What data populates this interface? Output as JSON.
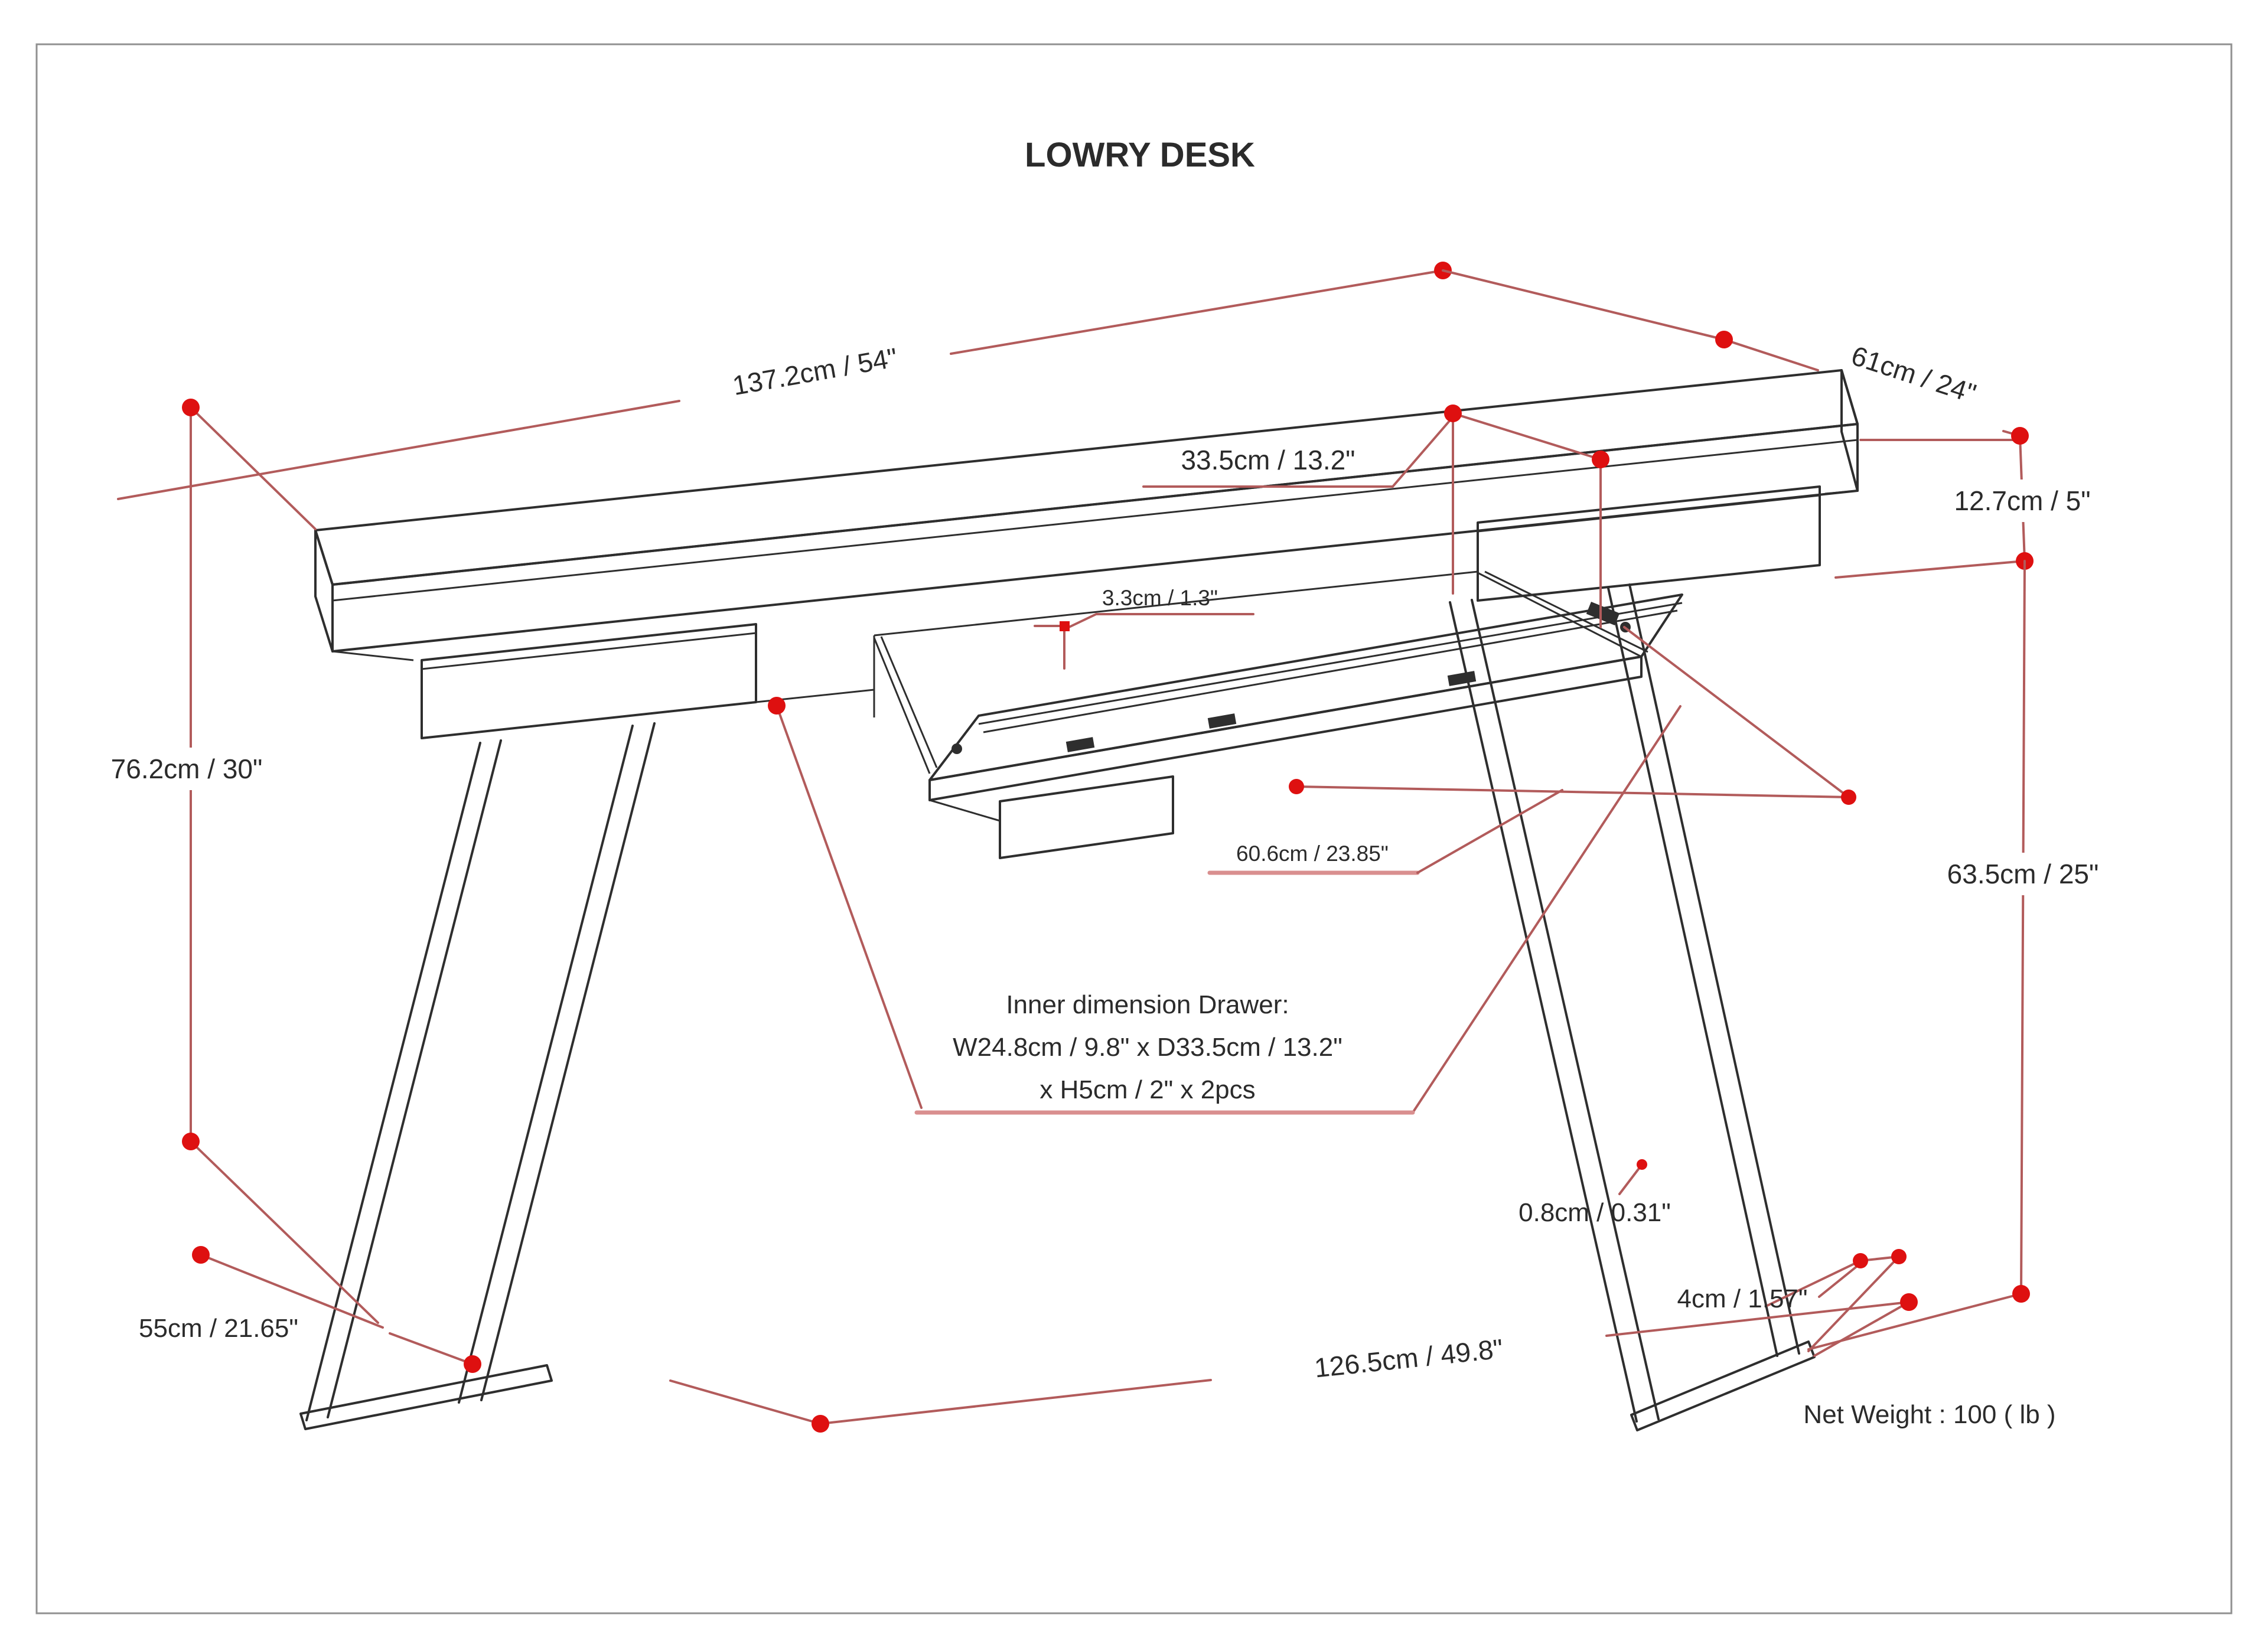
{
  "title": "LOWRY DESK",
  "product": "Desk dimension diagram",
  "colors": {
    "dimension_line": "#b25b5b",
    "dimension_dot": "#de1010",
    "underline": "#d98f8f",
    "drawing_line": "#2e2e2e",
    "text": "#2b2b2b",
    "border": "#909090",
    "background": "#ffffff"
  },
  "labels": {
    "width_top": "137.2cm / 54\"",
    "depth_top": "61cm / 24\"",
    "drawer_depth": "33.5cm / 13.2\"",
    "apron_height": "12.7cm / 5\"",
    "tray_thickness": "3.3cm / 1.3\"",
    "overall_height": "76.2cm / 30\"",
    "leg_height": "63.5cm / 25\"",
    "tray_width": "60.6cm / 23.85\"",
    "inner_drawer_line1": "Inner dimension Drawer:",
    "inner_drawer_line2": "W24.8cm / 9.8\" x D33.5cm / 13.2\"",
    "inner_drawer_line3": "x H5cm / 2\" x 2pcs",
    "leg_thickness": "0.8cm / 0.31\"",
    "foot_gap": "4cm / 1.57\"",
    "foot_depth": "55cm / 21.65\"",
    "base_width": "126.5cm / 49.8\"",
    "net_weight": "Net Weight : 100 ( lb )"
  }
}
